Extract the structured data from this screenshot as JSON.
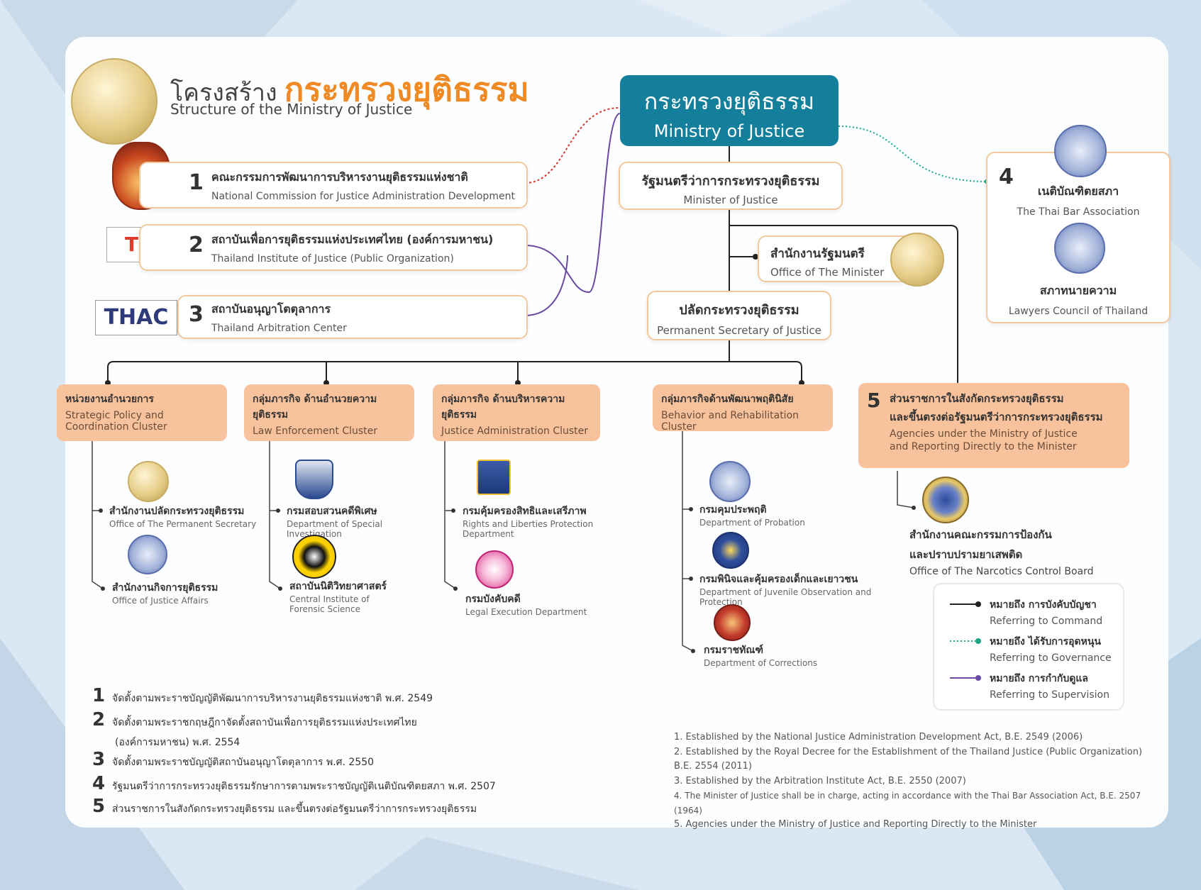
{
  "header": {
    "title_th_prefix": "โครงสร้าง",
    "title_th_accent": "กระทรวงยุติธรรม",
    "title_en": "Structure of the Ministry of Justice"
  },
  "ministry": {
    "th": "กระทรวงยุติธรรม",
    "en": "Ministry of Justice"
  },
  "minister": {
    "th": "รัฐมนตรีว่าการกระทรวงยุติธรรม",
    "en": "Minister of Justice"
  },
  "office_minister": {
    "th": "สำนักงานรัฐมนตรี",
    "en": "Office of The Minister"
  },
  "perm_sec": {
    "th": "ปลัดกระทรวงยุติธรรม",
    "en": "Permanent Secretary of Justice"
  },
  "left_orgs": [
    {
      "num": "1",
      "th": "คณะกรรมการพัฒนาการบริหารงานยุติธรรมแห่งชาติ",
      "en": "National Commission for Justice Administration Development"
    },
    {
      "num": "2",
      "th": "สถาบันเพื่อการยุติธรรมแห่งประเทศไทย (องค์การมหาชน)",
      "en": "Thailand Institute of Justice (Public Organization)",
      "logo": "TIJ"
    },
    {
      "num": "3",
      "th": "สถาบันอนุญาโตตุลาการ",
      "en": "Thailand Arbitration Center",
      "logo": "THAC"
    }
  ],
  "bar_box": {
    "num": "4",
    "bar_th": "เนติบัณฑิตยสภา",
    "bar_en": "The Thai Bar Association",
    "lawyers_th": "สภาทนายความ",
    "lawyers_en": "Lawyers Council of Thailand"
  },
  "clusters": [
    {
      "th": "หน่วยงานอำนวยการ",
      "en": "Strategic Policy and Coordination Cluster",
      "agencies": [
        {
          "th": "สำนักงานปลัดกระทรวงยุติธรรม",
          "en": "Office of The Permanent Secretary"
        },
        {
          "th": "สำนักงานกิจการยุติธรรม",
          "en": "Office of Justice Affairs"
        }
      ]
    },
    {
      "th": "กลุ่มภารกิจ ด้านอำนวยความยุติธรรม",
      "en": "Law Enforcement Cluster",
      "agencies": [
        {
          "th": "กรมสอบสวนคดีพิเศษ",
          "en": "Department of Special Investigation"
        },
        {
          "th": "สถาบันนิติวิทยาศาสตร์",
          "en": "Central Institute of Forensic Science"
        }
      ]
    },
    {
      "th": "กลุ่มภารกิจ ด้านบริหารความยุติธรรม",
      "en": "Justice Administration Cluster",
      "agencies": [
        {
          "th": "กรมคุ้มครองสิทธิและเสรีภาพ",
          "en": "Rights and Liberties Protection Department"
        },
        {
          "th": "กรมบังคับคดี",
          "en": "Legal Execution Department"
        }
      ]
    },
    {
      "th": "กลุ่มภารกิจด้านพัฒนาพฤตินิสัย",
      "en": "Behavior and Rehabilitation Cluster",
      "agencies": [
        {
          "th": "กรมคุมประพฤติ",
          "en": "Department of Probation"
        },
        {
          "th": "กรมพินิจและคุ้มครองเด็กและเยาวชน",
          "en": "Department of Juvenile Observation and Protection"
        },
        {
          "th": "กรมราชทัณฑ์",
          "en": "Department of Corrections"
        }
      ]
    }
  ],
  "cluster5": {
    "num": "5",
    "th1": "ส่วนราชการในสังกัดกระทรวงยุติธรรม",
    "th2": "และขึ้นตรงต่อรัฐมนตรีว่าการกระทรวงยุติธรรม",
    "en1": "Agencies under the Ministry of Justice",
    "en2": "and Reporting Directly to the Minister",
    "agency_th1": "สำนักงานคณะกรรมการป้องกัน",
    "agency_th2": "และปราบปรามยาเสพติด",
    "agency_en": "Office of The Narcotics Control Board"
  },
  "legend": [
    {
      "th": "หมายถึง การบังคับบัญชา",
      "en": "Referring to Command",
      "color": "#222222",
      "style": "solid"
    },
    {
      "th": "หมายถึง ได้รับการอุดหนุน",
      "en": "Referring to Governance",
      "color": "#1aa58a",
      "style": "dotted"
    },
    {
      "th": "หมายถึง การกำกับดูแล",
      "en": "Referring to Supervision",
      "color": "#6a4aa2",
      "style": "solid"
    }
  ],
  "footnotes_th": [
    {
      "n": "1",
      "text": "จัดตั้งตามพระราชบัญญัติพัฒนาการบริหารงานยุติธรรมแห่งชาติ พ.ศ. 2549"
    },
    {
      "n": "2",
      "text": "จัดตั้งตามพระราชกฤษฎีกาจัดตั้งสถาบันเพื่อการยุติธรรมแห่งประเทศไทย",
      "text2": "(องค์การมหาชน) พ.ศ. 2554"
    },
    {
      "n": "3",
      "text": "จัดตั้งตามพระราชบัญญัติสถาบันอนุญาโตตุลาการ พ.ศ. 2550"
    },
    {
      "n": "4",
      "text": "รัฐมนตรีว่าการกระทรวงยุติธรรมรักษาการตามพระราชบัญญัติเนติบัณฑิตยสภา พ.ศ. 2507"
    },
    {
      "n": "5",
      "text": "ส่วนราชการในสังกัดกระทรวงยุติธรรม และขึ้นตรงต่อรัฐมนตรีว่าการกระทรวงยุติธรรม"
    }
  ],
  "footnotes_en": [
    "1. Established by the National Justice Administration Development Act, B.E. 2549 (2006)",
    "2. Established by the Royal Decree for the Establishment of the Thailand Justice (Public Organization)",
    "B.E. 2554 (2011)",
    "3. Established by the Arbitration Institute Act, B.E. 2550 (2007)",
    "4. The Minister of Justice shall be in charge, acting in accordance with the Thai Bar Association Act, B.E. 2507 (1964)",
    "5. Agencies under the Ministry of Justice and Reporting Directly to the Minister"
  ],
  "colors": {
    "accent": "#f08a24",
    "ministry": "#147f9a",
    "cluster": "#f8c39c",
    "command": "#222222",
    "governance": "#1aa58a",
    "supervision": "#6a4aa2",
    "link_red": "#d43b2f"
  }
}
